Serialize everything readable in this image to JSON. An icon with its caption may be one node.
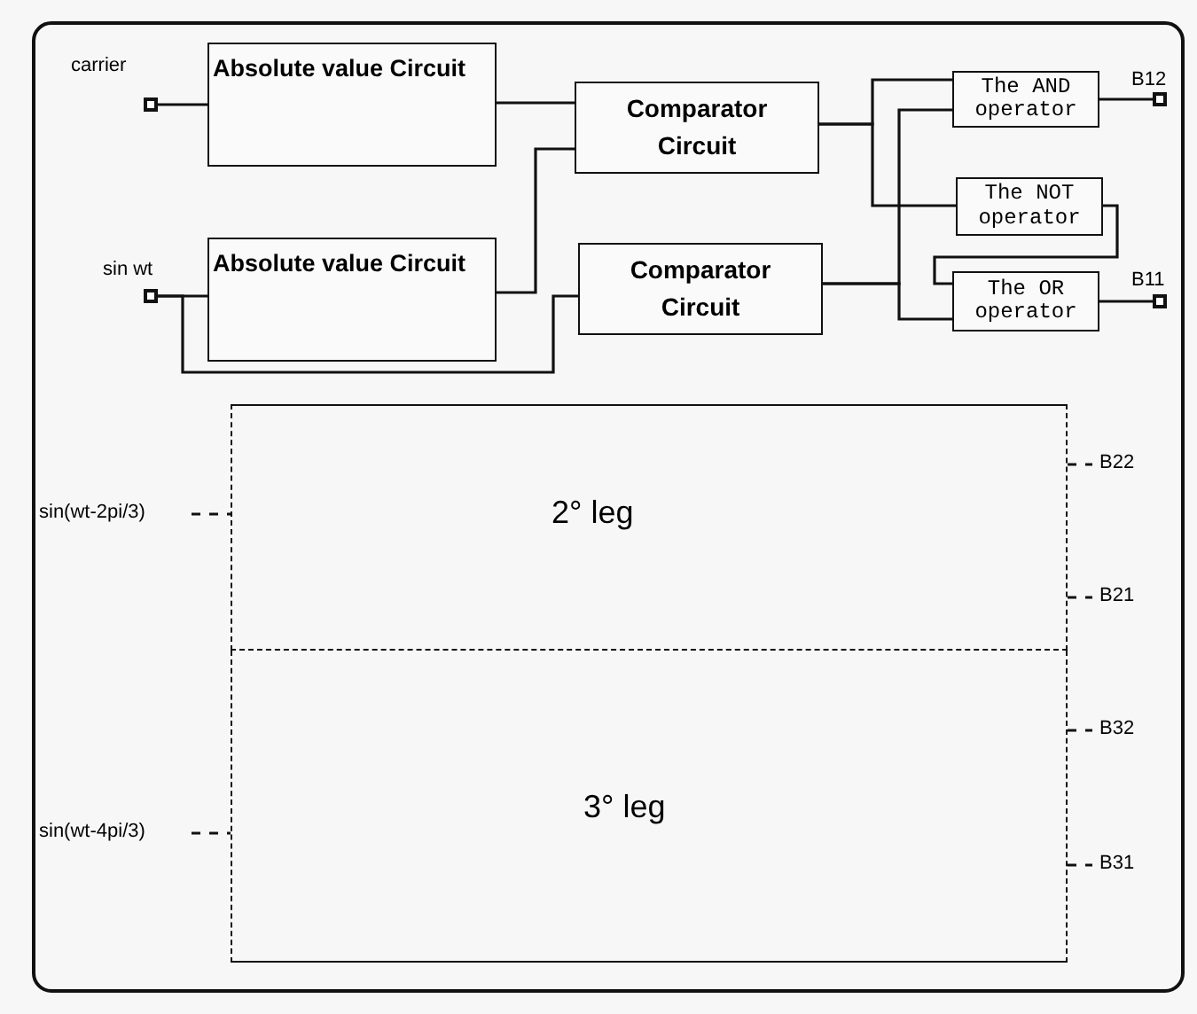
{
  "diagram": {
    "nodes": [
      {
        "text": [],
        "shape": "box",
        "beside": [
          "carrier"
        ]
      },
      {
        "text": [
          "Absolute value Circuit"
        ]
      },
      {
        "text": [
          "Comparator Circuit"
        ]
      },
      {
        "text": [
          "The AND operator"
        ]
      },
      {
        "text": [],
        "shape": "box",
        "beside": [
          "B12"
        ]
      },
      {
        "text": [
          "The NOT operator"
        ]
      },
      {
        "text": [],
        "shape": "box",
        "beside": [
          "sin wt"
        ]
      },
      {
        "text": [
          "Absolute value Circuit"
        ]
      },
      {
        "text": [
          "Comparator Circuit"
        ]
      },
      {
        "text": [
          "The OR operator"
        ]
      },
      {
        "text": [],
        "shape": "box",
        "beside": [
          "B11"
        ]
      },
      {
        "text": [
          "2° leg"
        ]
      },
      {
        "text": [
          "sin(wt-2pi/3)"
        ]
      },
      {
        "text": [
          "B22"
        ]
      },
      {
        "text": [
          "B21"
        ]
      },
      {
        "text": [
          "3° leg"
        ]
      },
      {
        "text": [
          "sin(wt-4pi/3)"
        ]
      },
      {
        "text": [
          "B32"
        ]
      },
      {
        "text": [
          "B31"
        ]
      }
    ],
    "edges": [
      {
        "from": 0,
        "to": 1,
        "arrow": "none"
      },
      {
        "from": 1,
        "to": 2,
        "arrow": "none"
      },
      {
        "from": 7,
        "to": 2,
        "arrow": "none"
      },
      {
        "from": 6,
        "to": 7,
        "arrow": "none"
      },
      {
        "from": 6,
        "to": 8,
        "arrow": "none"
      },
      {
        "from": 2,
        "to": 3,
        "arrow": "none"
      },
      {
        "from": 2,
        "to": 5,
        "arrow": "none"
      },
      {
        "from": 8,
        "to": 3,
        "arrow": "none"
      },
      {
        "from": 8,
        "to": 9,
        "arrow": "none"
      },
      {
        "from": 5,
        "to": 9,
        "arrow": "none"
      },
      {
        "from": 3,
        "to": 4,
        "arrow": "none"
      },
      {
        "from": 9,
        "to": 10,
        "arrow": "none"
      },
      {
        "from": 12,
        "to": 11,
        "arrow": "none",
        "style": "dashed"
      },
      {
        "from": 11,
        "to": 13,
        "arrow": "none",
        "style": "dashed"
      },
      {
        "from": 11,
        "to": 14,
        "arrow": "none",
        "style": "dashed"
      },
      {
        "from": 16,
        "to": 15,
        "arrow": "none",
        "style": "dashed"
      },
      {
        "from": 15,
        "to": 17,
        "arrow": "none",
        "style": "dashed"
      },
      {
        "from": 15,
        "to": 18,
        "arrow": "none",
        "style": "dashed"
      }
    ]
  }
}
